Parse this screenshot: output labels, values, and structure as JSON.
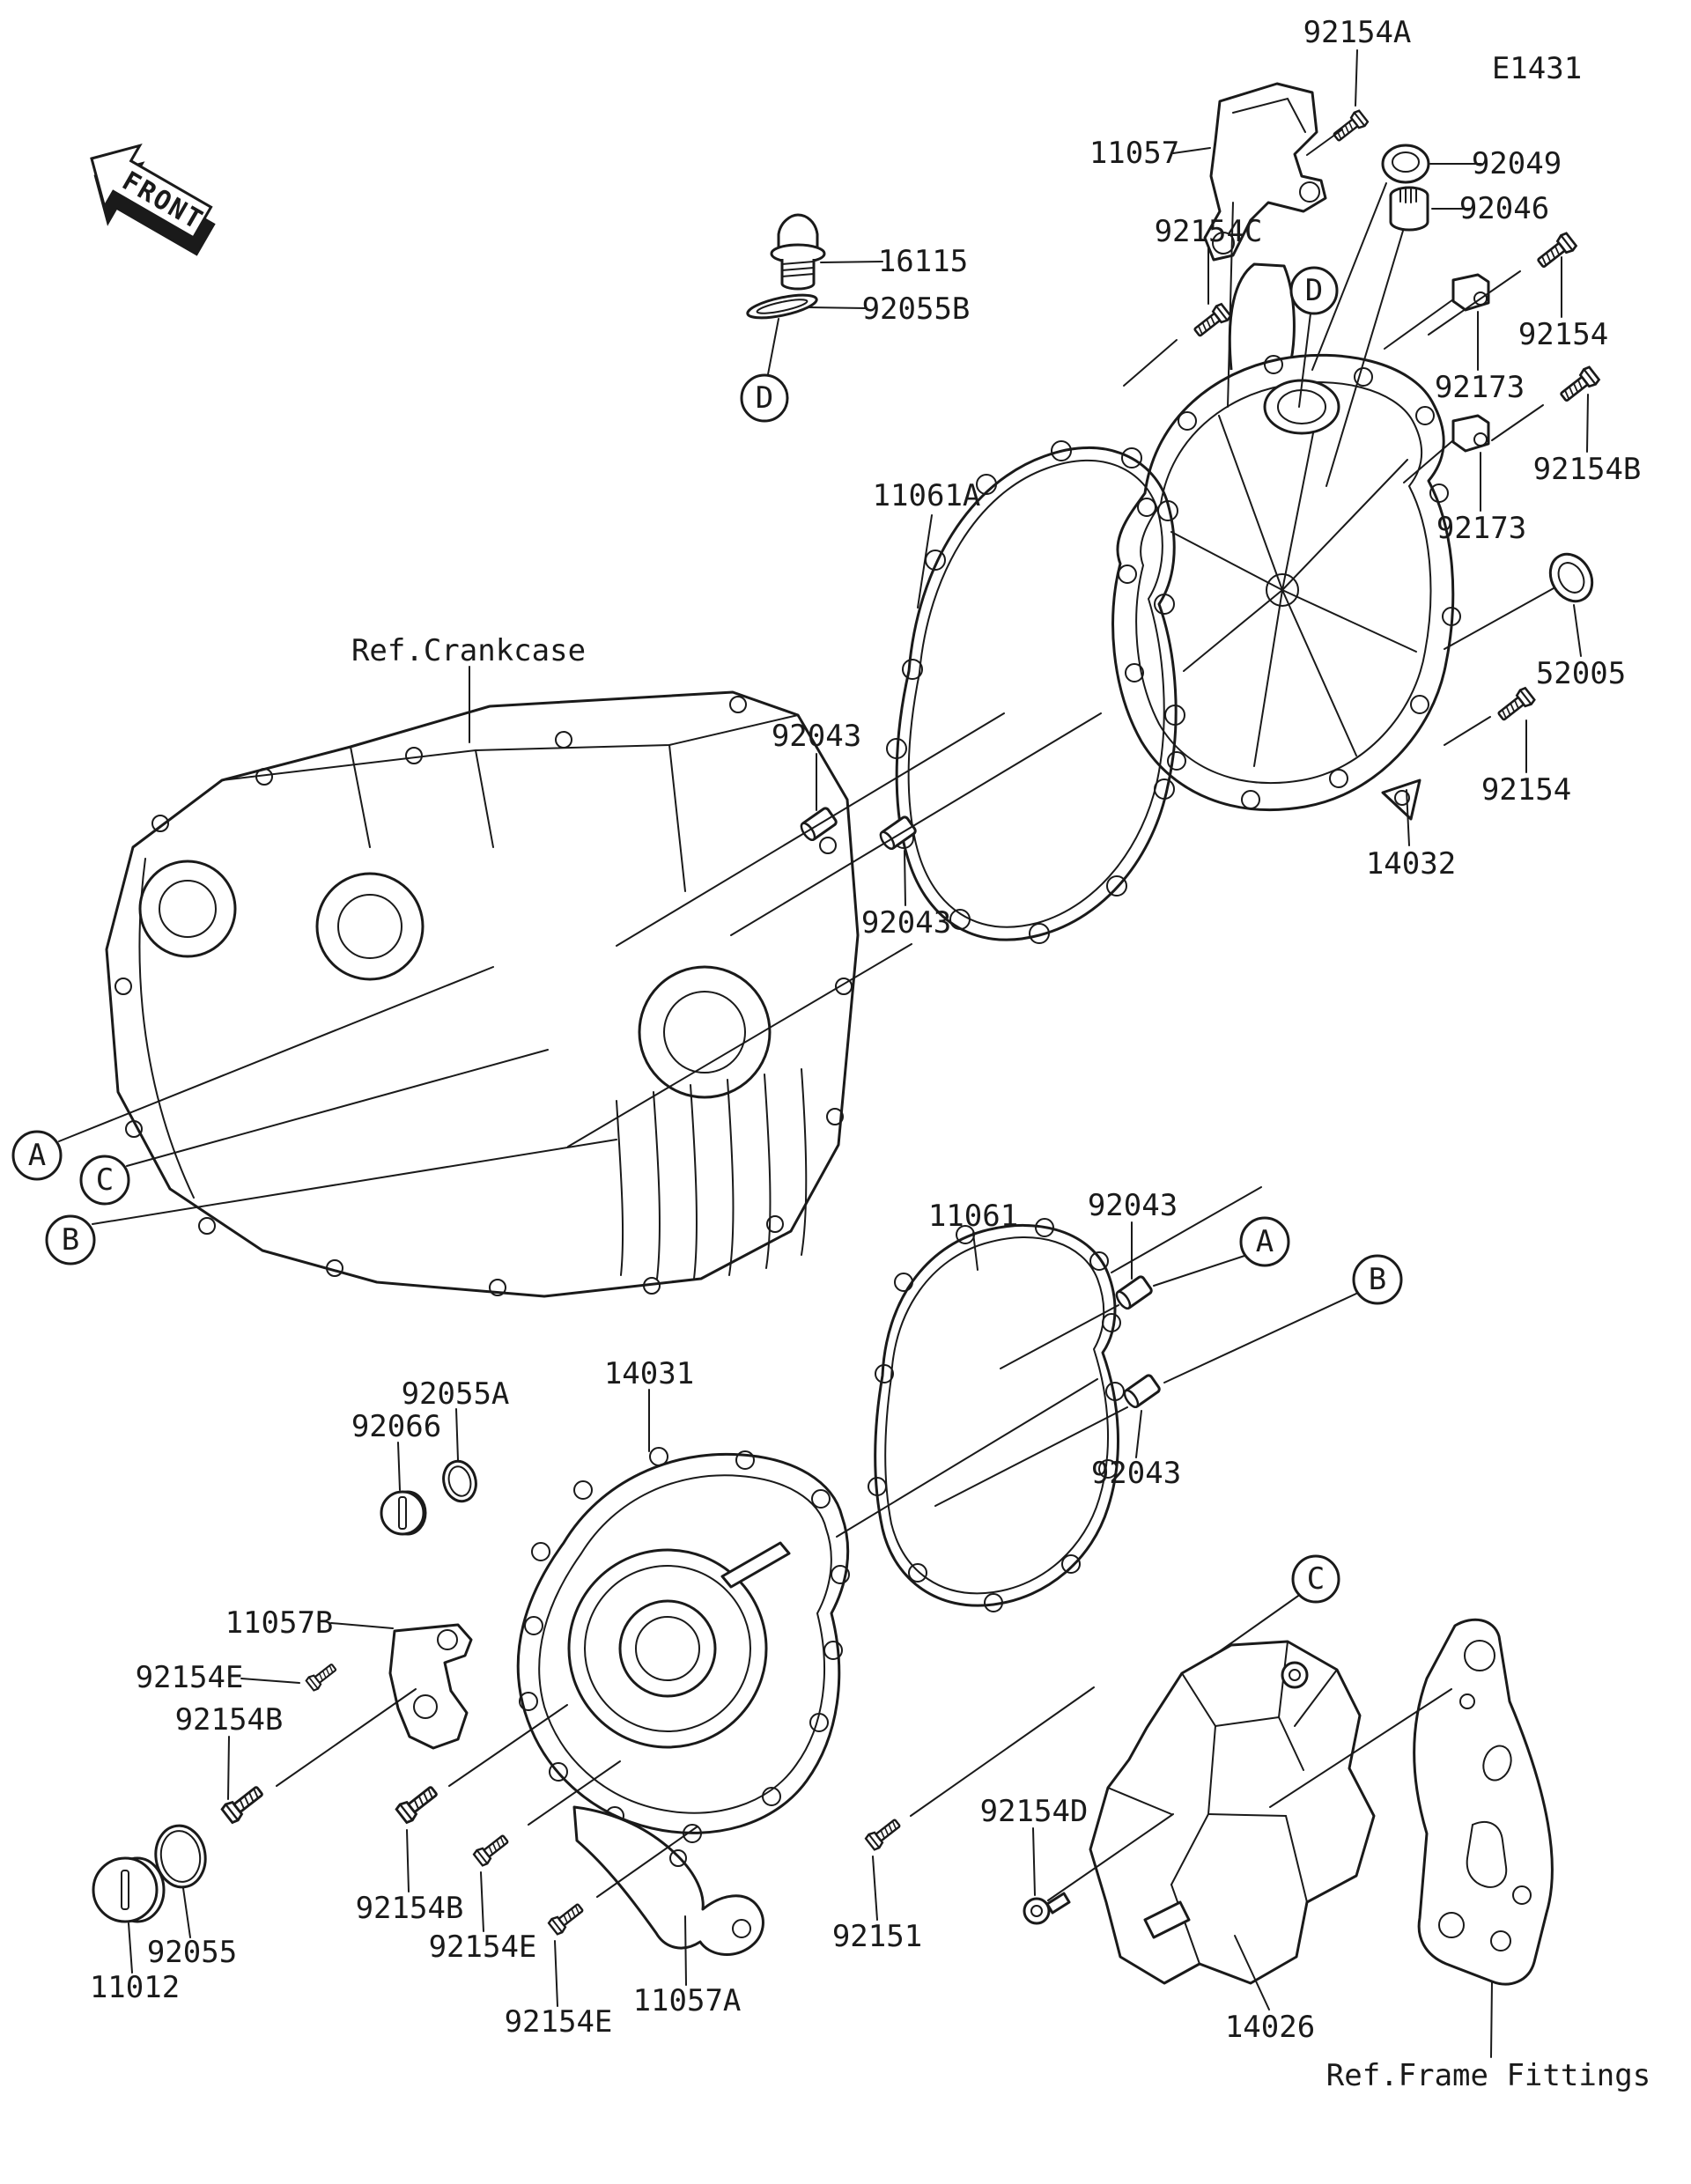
{
  "diagram": {
    "code": "E1431",
    "front_marker": "FRONT",
    "references": {
      "crankcase": "Ref.Crankcase",
      "frame_fittings": "Ref.Frame Fittings"
    }
  },
  "labels": {
    "l92154a": "92154A",
    "l11057": "11057",
    "l92049": "92049",
    "l92046": "92046",
    "l92154c": "92154C",
    "l16115": "16115",
    "l92055b": "92055B",
    "l92154_top": "92154",
    "l92173_upper": "92173",
    "l92154b_right": "92154B",
    "l92173_lower": "92173",
    "l11061a": "11061A",
    "l92043_a": "92043",
    "l52005": "52005",
    "l92154_mid": "92154",
    "l14032": "14032",
    "l92043_b": "92043",
    "l11061": "11061",
    "l92043_c": "92043",
    "l14031": "14031",
    "l92055a": "92055A",
    "l92066": "92066",
    "l92043_d": "92043",
    "l11057b": "11057B",
    "l92154e_a": "92154E",
    "l92154b_a": "92154B",
    "l92154d": "92154D",
    "l92154b_b": "92154B",
    "l92151": "92151",
    "l92154e_b": "92154E",
    "l92055": "92055",
    "l11057a": "11057A",
    "l92154e_c": "92154E",
    "l11012": "11012",
    "l14026": "14026"
  },
  "view_markers": {
    "a_left": "A",
    "c_left": "C",
    "b_left": "B",
    "d_left": "D",
    "d_top": "D",
    "a_right": "A",
    "b_right": "B",
    "c_right": "C"
  },
  "colors": {
    "line": "#1a1a1a",
    "background": "#ffffff"
  }
}
